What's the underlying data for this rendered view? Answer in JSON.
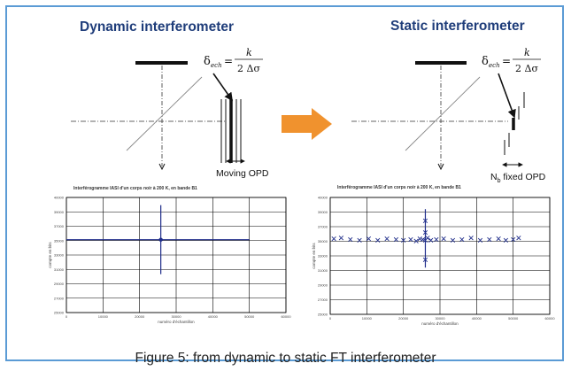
{
  "left": {
    "title": "Dynamic interferometer",
    "opd_label": "Moving OPD"
  },
  "right": {
    "title": "Static interferometer",
    "opd_label_n": "N",
    "opd_label_sub": "b",
    "opd_label_rest": " fixed OPD"
  },
  "formula": {
    "delta": "δ",
    "sub": "ech",
    "eq": "=",
    "numerator": "k",
    "denominator": "2 Δσ"
  },
  "caption": "Figure 5: from dynamic to static FT interferometer",
  "colors": {
    "frame": "#5b9bd5",
    "title": "#1f3d7a",
    "arrow": "#f0922e",
    "series": "#1f2d8a"
  },
  "chart_data": [
    {
      "type": "line",
      "title": "Interférogramme IASI d'un corps noir à 200 K, en bande B1",
      "xlabel": "numéro d'échantillon",
      "ylabel": "compte en bits",
      "xlim": [
        0,
        60000
      ],
      "ylim": [
        25000,
        40000
      ],
      "x_ticks": [
        "0",
        "10000",
        "20000",
        "30000",
        "40000",
        "50000",
        "60000"
      ],
      "y_ticks": [
        "25000",
        "27000",
        "29000",
        "31000",
        "33000",
        "35000",
        "37000",
        "39000",
        "40000"
      ],
      "grid": true,
      "series": [
        {
          "marker": "none",
          "x": [
            0,
            50000
          ],
          "y": [
            34500,
            34500
          ]
        },
        {
          "marker": "none",
          "x": [
            25800,
            25800
          ],
          "y": [
            30000,
            39000
          ]
        },
        {
          "marker": "dot",
          "x": [
            25800
          ],
          "y": [
            34500
          ]
        }
      ]
    },
    {
      "type": "scatter",
      "title": "Interférogramme IASI d'un corps noir à 200 K, en bande B1",
      "xlabel": "numéro d'échantillon",
      "ylabel": "compte en bits",
      "xlim": [
        0,
        60000
      ],
      "ylim": [
        25000,
        40000
      ],
      "x_ticks": [
        "0",
        "10000",
        "20000",
        "30000",
        "40000",
        "50000",
        "60000"
      ],
      "y_ticks": [
        "25000",
        "27000",
        "29000",
        "31000",
        "33000",
        "35000",
        "37000",
        "39000",
        "40000"
      ],
      "grid": true,
      "series": [
        {
          "marker": "x",
          "x": [
            1000,
            3000,
            5500,
            8000,
            10500,
            13000,
            15500,
            18000,
            20000,
            22000,
            23500,
            24500,
            25300,
            26000,
            26600,
            27500,
            29000,
            31000,
            33500,
            36000,
            38500,
            41000,
            43500,
            46000,
            48000,
            50000,
            51500
          ],
          "y": [
            34700,
            34800,
            34600,
            34500,
            34700,
            34500,
            34700,
            34600,
            34500,
            34600,
            34400,
            34700,
            34600,
            34500,
            34800,
            34500,
            34600,
            34700,
            34500,
            34600,
            34800,
            34500,
            34600,
            34700,
            34500,
            34600,
            34800
          ]
        },
        {
          "marker": "x",
          "x": [
            26000,
            26000,
            26000
          ],
          "y": [
            37000,
            35500,
            32000
          ]
        },
        {
          "marker": "none",
          "x": [
            26000,
            26000
          ],
          "y": [
            31000,
            38500
          ]
        }
      ]
    }
  ]
}
